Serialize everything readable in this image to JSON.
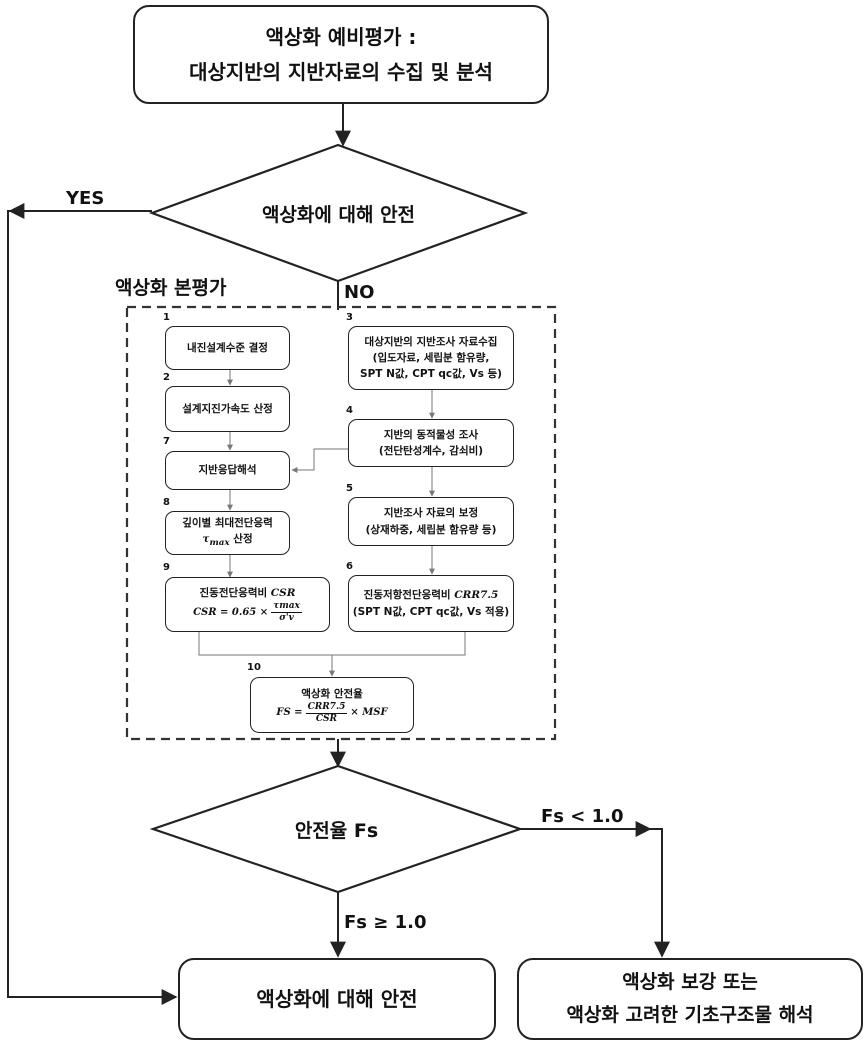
{
  "top_box": {
    "line1": "액상화 예비평가 :",
    "line2": "대상지반의 지반자료의 수집 및 분석"
  },
  "decision1": {
    "text": "액상화에 대해 안전",
    "yes_label": "YES",
    "no_label": "NO"
  },
  "detailed_label": "액상화 본평가",
  "steps": {
    "s1": {
      "num": "1",
      "text": "내진설계수준 결정"
    },
    "s2": {
      "num": "2",
      "text": "설계지진가속도 산정"
    },
    "s7": {
      "num": "7",
      "text": "지반응답해석"
    },
    "s8": {
      "num": "8",
      "line1": "깊이별 최대전단응력",
      "sym": "τ",
      "sub": "max",
      "suffix": "산정"
    },
    "s9": {
      "num": "9",
      "line1": "진동전단응력비",
      "tag": "CSR",
      "lhs": "CSR = 0.65 ×",
      "num_top": "τmax",
      "num_bot": "σ'v"
    },
    "s3": {
      "num": "3",
      "line1": "대상지반의 지반조사 자료수집",
      "line2": "(입도자료, 세립분 함유량,",
      "line3": "SPT N값, CPT qc값, Vs 등)"
    },
    "s4": {
      "num": "4",
      "line1": "지반의 동적물성 조사",
      "line2": "(전단탄성계수, 감쇠비)"
    },
    "s5": {
      "num": "5",
      "line1": "지반조사 자료의 보정",
      "line2": "(상재하중, 세립분 함유량 등)"
    },
    "s6": {
      "num": "6",
      "line1": "진동저항전단응력비",
      "tag": "CRR7.5",
      "line2": "(SPT N값, CPT qc값, Vs 적용)"
    },
    "s10": {
      "num": "10",
      "line1": "액상화 안전율",
      "lhs": "FS =",
      "num_top": "CRR7.5",
      "num_bot": "CSR",
      "rhs": "× MSF"
    }
  },
  "decision2": {
    "text": "안전율 Fs",
    "left_label": "Fs < 1.0",
    "down_label": "Fs ≥ 1.0"
  },
  "safe_box": {
    "text": "액상화에 대해 안전"
  },
  "reinforce_box": {
    "line1": "액상화 보강 또는",
    "line2": "액상화 고려한 기초구조물 해석"
  }
}
